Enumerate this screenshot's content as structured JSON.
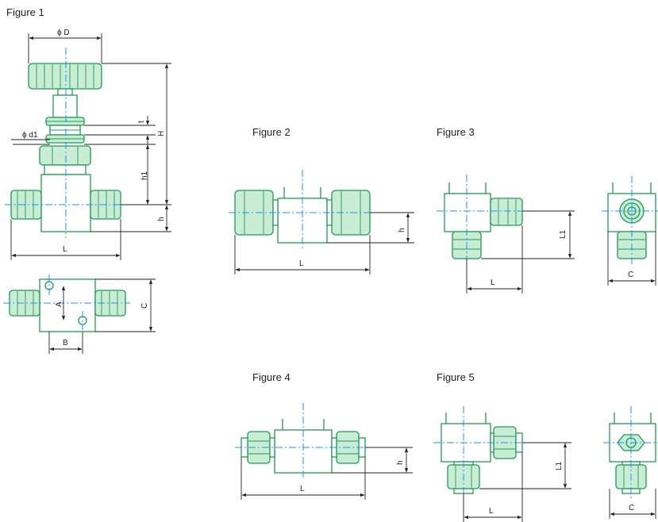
{
  "figures": {
    "figure1": {
      "title": "Figure 1",
      "labels": {
        "D": "ϕ D",
        "d1": "ϕ d1",
        "t": "t",
        "H": "H",
        "h1": "h1",
        "h": "h",
        "L": "L",
        "A": "A",
        "B": "B",
        "C": "C"
      }
    },
    "figure2": {
      "title": "Figure 2",
      "labels": {
        "h": "h",
        "L": "L"
      }
    },
    "figure3": {
      "title": "Figure 3",
      "labels": {
        "L1": "L1",
        "L": "L",
        "C": "C"
      }
    },
    "figure4": {
      "title": "Figure 4",
      "labels": {
        "h": "h",
        "L": "L"
      }
    },
    "figure5": {
      "title": "Figure 5",
      "labels": {
        "L1": "L1",
        "L": "L",
        "C": "C"
      }
    }
  },
  "colors": {
    "part_outline": "#1f9a55",
    "fitting_fill": "#c8ecd4",
    "centre_line": "#1e90ff",
    "dimension": "#222222"
  }
}
